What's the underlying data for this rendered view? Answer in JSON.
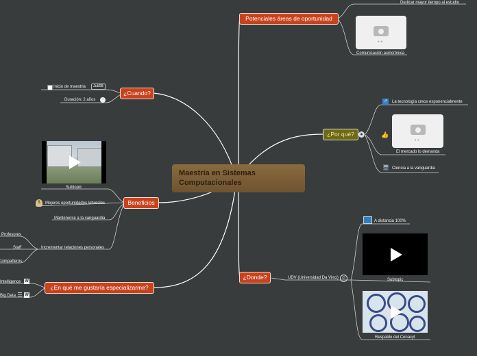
{
  "central": {
    "title": "Maestría en Sistemas Computacionales"
  },
  "topics": {
    "cuando": "¿Cuando?",
    "beneficios": "Beneficios",
    "especializarme": "¿En qué me gustaría especializarme?",
    "potenciales": "Potenciales áreas de oportunidad",
    "porque": "¿Por qué?",
    "donde": "¿Donde?"
  },
  "cuando": {
    "inicio": "Inicio de maestria",
    "inicio_tag": "Jul/08",
    "duracion": "Duración:  2 años"
  },
  "beneficios": {
    "video_label": "Subtopic",
    "mejores": "Mejores oportunidades laborales",
    "mantenerse": "Mantenerse a la vanguardia",
    "incrementar": "Incrementar relaciones personales",
    "profesores": "Profesores",
    "staff": "Staff",
    "companeros": "Compañeros"
  },
  "especializarme": {
    "intelligence": "Intelligence",
    "bigdata": "Big Data"
  },
  "potenciales": {
    "dedicar": "Dedicar mayor tiempo al estudio",
    "comunicacion": "Comunicación asincrónica"
  },
  "porque": {
    "tecnologia": "La tecnología crece exponencialmente",
    "mercado": "El mercado lo demanda",
    "ciencia": "Ciencia a la vanguardia"
  },
  "donde": {
    "udv": "UDV (Universidad Da Vinci)",
    "distancia": "A distancia 100%",
    "video_label": "Subtopic",
    "respaldo": "Respaldo del Conacyt"
  },
  "colors": {
    "background": "#393c3d",
    "topic": "#c9421e",
    "central": "#7d603a",
    "olive": "#6a6a1a"
  }
}
